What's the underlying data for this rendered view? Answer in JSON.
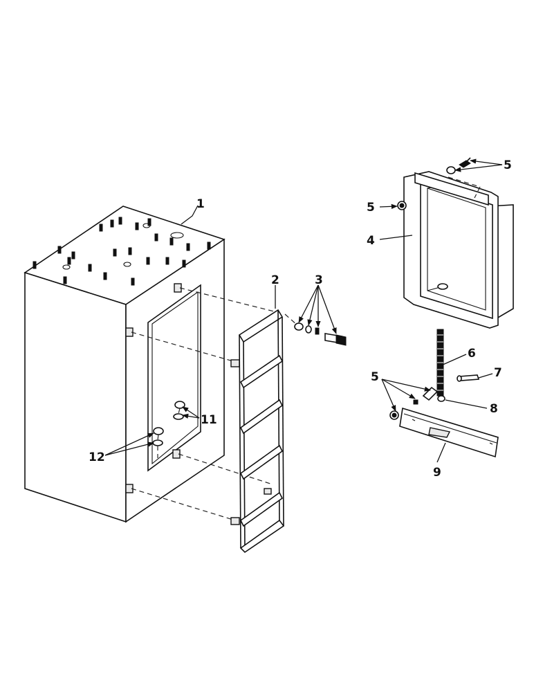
{
  "callouts": {
    "c1": "1",
    "c2": "2",
    "c3": "3",
    "c4": "4",
    "c5a": "5",
    "c5b": "5",
    "c5c": "5",
    "c6": "6",
    "c7": "7",
    "c8": "8",
    "c9": "9",
    "c11": "11",
    "c12": "12"
  }
}
